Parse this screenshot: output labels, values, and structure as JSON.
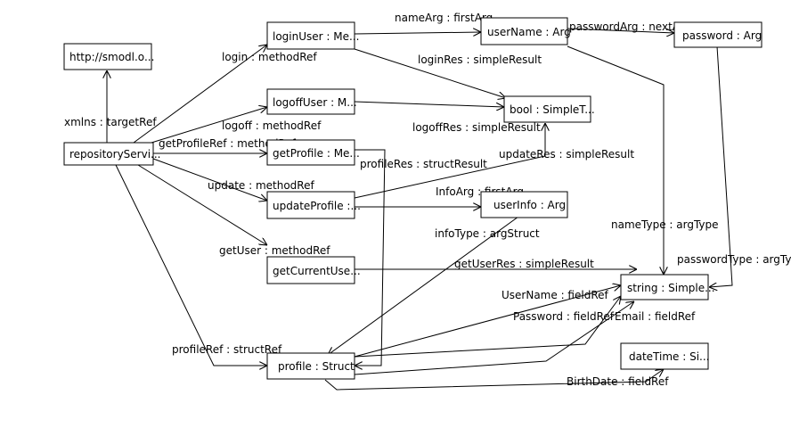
{
  "nodes": {
    "smodl": "http://smodl.o...",
    "repository": "repositoryServi...",
    "loginUser": "loginUser : Me...",
    "logoffUser": "logoffUser : M...",
    "getProfile": "getProfile : Me...",
    "updateProfile": "updateProfile :...",
    "getCurrentUser": "getCurrentUse...",
    "profile": "profile : Struct",
    "userName": "userName : Arg",
    "password": "password : Arg",
    "bool": "bool : SimpleT...",
    "userInfo": "userInfo : Arg",
    "string": "string : Simple...",
    "dateTime": "dateTime : Si..."
  },
  "edges": {
    "xmlns": "xmlns : targetRef",
    "login": "login : methodRef",
    "logoff": "logoff : methodRef",
    "getProfileRef": "getProfileRef : methodRef",
    "update": "update : methodRef",
    "getUser": "getUser : methodRef",
    "profileRef": "profileRef : structRef",
    "nameArg": "nameArg : firstArg",
    "passwordArg": "passwordArg : nextArg",
    "loginRes": "loginRes : simpleResult",
    "logoffRes": "logoffRes : simpleResult",
    "profileRes": "profileRes : structResult",
    "updateRes": "updateRes : simpleResult",
    "infoArg": "InfoArg : firstArg",
    "infoType": "infoType : argStruct",
    "getUserRes": "getUserRes : simpleResult",
    "nameType": "nameType : argType",
    "passwordType": "passwordType : argType",
    "userNameField": "UserName : fieldRef",
    "passwordField": "Password : fieldRef",
    "emailField": "Email : fieldRef",
    "birthDateField": "BirthDate : fieldRef"
  }
}
